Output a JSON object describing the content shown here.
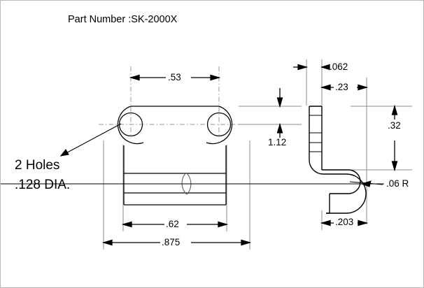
{
  "drawing": {
    "title": "Part Number :SK-2000X",
    "background_color": "#ffffff",
    "line_color": "#000000",
    "center_line_color": "#999999",
    "extension_line_color": "#8c8c8c",
    "border_color": "#b9b9b9",
    "type": "engineering-mechanical-drawing",
    "views": [
      {
        "name": "front-view",
        "description": "Bracket front elevation with two ears and two holes"
      },
      {
        "name": "side-view",
        "description": "J-hook side profile section"
      }
    ]
  },
  "annotations": {
    "hole_note_line_1": "2 Holes",
    "hole_note_line_2": ".128 DIA."
  },
  "dimensions": {
    "hole_spacing": ".53",
    "body_width": ".62",
    "overall_width": ".875",
    "overall_height": "1.12",
    "material_thickness": ".062",
    "flange_offset": ".23",
    "hook_height": ".32",
    "bend_radius": ".06 R",
    "hook_depth": ".203"
  }
}
